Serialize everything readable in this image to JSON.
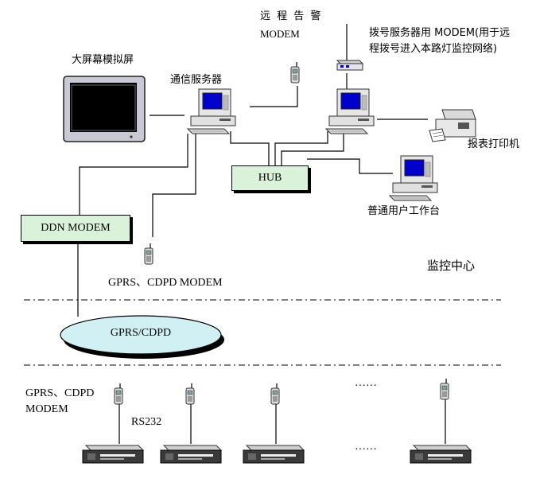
{
  "labels": {
    "big_screen": "大屏幕模拟屏",
    "comm_server": "通信服务器",
    "remote_alarm_line1": "远 程 告 警",
    "remote_alarm_line2": "MODEM",
    "dialup_line1": "拨号服务器用 MODEM(用于远",
    "dialup_line2": "程拨号进入本路灯监控网络)",
    "printer": "报表打印机",
    "user_workstation": "普通用户工作台",
    "hub": "HUB",
    "ddn_modem": "DDN MODEM",
    "gprs_cdpd_modem_center": "GPRS、CDPD MODEM",
    "monitoring_center": "监控中心",
    "gprs_cdpd_network": "GPRS/CDPD",
    "gprs_cdpd_modem_field_line1": "GPRS、CDPD",
    "gprs_cdpd_modem_field_line2": "MODEM",
    "rs232": "RS232",
    "ellipsis": "……"
  },
  "colors": {
    "hub_fill": "#d9f2d9",
    "ddn_fill": "#d9f2d9",
    "cloud_fill": "#d0f0f4",
    "monitor_screen": "#0000cc",
    "monitor_body": "#e6e6e6"
  }
}
